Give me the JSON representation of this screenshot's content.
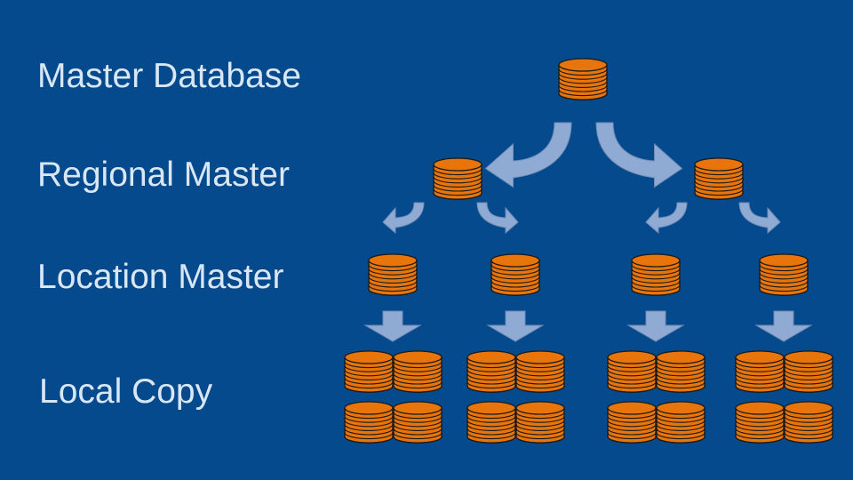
{
  "levels": {
    "master": "Master Database",
    "regional": "Regional Master",
    "location": "Location Master",
    "local": "Local Copy"
  },
  "colors": {
    "background": "#054A8C",
    "label_text": "#D9E6F4",
    "database_fill": "#E8740C",
    "database_stroke": "#1A1A1A",
    "arrow_fill": "#8FAAD3"
  },
  "icons": {
    "database": "database-stack-icon",
    "curved_arrow": "curved-arrow-icon",
    "down_arrow": "down-arrow-icon"
  }
}
